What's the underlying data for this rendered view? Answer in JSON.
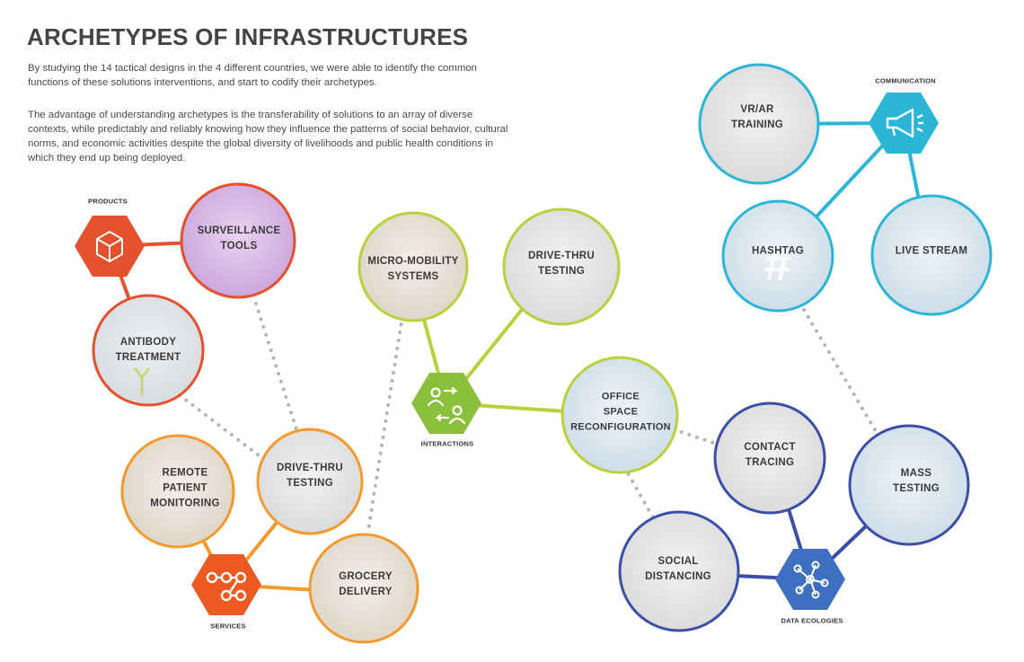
{
  "header": {
    "title": "ARCHETYPES OF INFRASTRUCTURES",
    "intro_1": "By studying the 14 tactical designs in the 4 different countries, we were able to identify the common functions of these solutions interventions, and start to codify their archetypes.",
    "intro_2": "The advantage of understanding archetypes is the transferability of solutions to an array of diverse contexts, while predictably and reliably knowing how they influence the patterns of social behavior, cultural norms, and economic activities despite the global diversity of livelihoods and public health conditions in which they end up being deployed."
  },
  "colors": {
    "products": "#e5502d",
    "services": "#f29a2e",
    "services_hub": "#ec5a22",
    "interactions": "#b9d13d",
    "interactions_hub": "#8cbf3c",
    "communication": "#2bb5d6",
    "data_ecologies": "#3b4fa8",
    "data_ecologies_hub": "#3f6fc0",
    "dotted_link": "#b5b5b5"
  },
  "categories": {
    "products": "PRODUCTS",
    "services": "SERVICES",
    "interactions": "INTERACTIONS",
    "communication": "COMMUNICATION",
    "data_ecologies": "DATA ECOLOGIES"
  },
  "hub_icons": {
    "products": "cube-icon",
    "services": "connected-nodes-icon",
    "interactions": "exchange-people-icon",
    "communication": "megaphone-icon",
    "data_ecologies": "network-icon"
  },
  "nodes": {
    "surveillance_tools": "SURVEILLANCE\nTOOLS",
    "antibody_treatment": "ANTIBODY\nTREATMENT",
    "remote_patient_monitoring": "REMOTE\nPATIENT\nMONITORING",
    "drive_thru_testing_services": "DRIVE-THRU\nTESTING",
    "grocery_delivery": "GROCERY\nDELIVERY",
    "micro_mobility_systems": "MICRO-MOBILITY\nSYSTEMS",
    "drive_thru_testing_interactions": "DRIVE-THRU\nTESTING",
    "office_space_reconfiguration": "OFFICE\nSPACE\nRECONFIGURATION",
    "vr_ar_training": "VR/AR\nTRAINING",
    "hashtag": "HASHTAG",
    "live_stream": "LIVE STREAM",
    "contact_tracing": "CONTACT\nTRACING",
    "mass_testing": "MASS\nTESTING",
    "social_distancing": "SOCIAL\nDISTANCING"
  }
}
